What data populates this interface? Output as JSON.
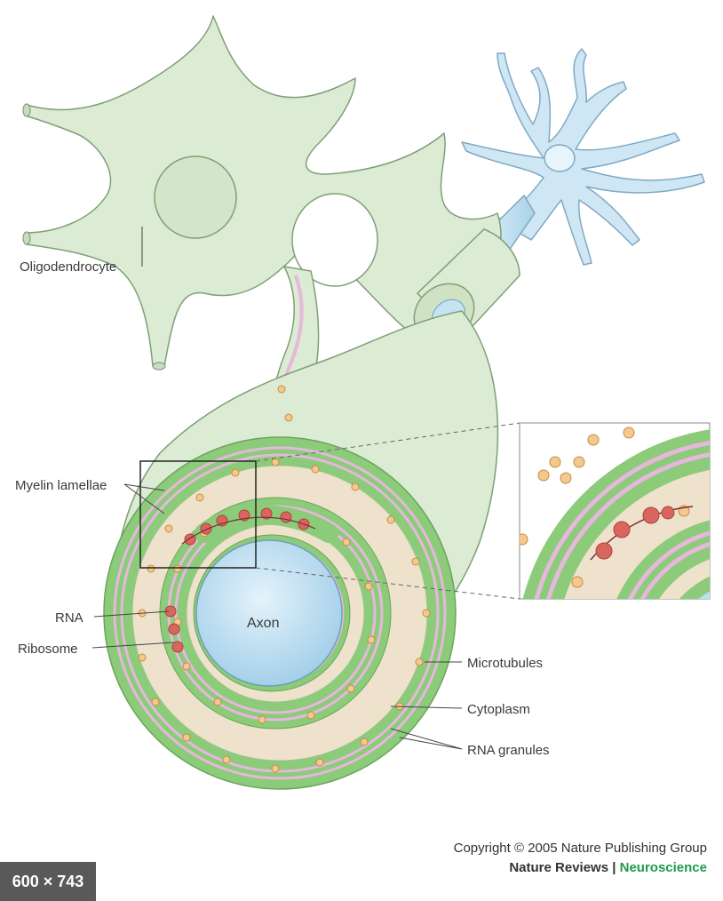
{
  "labels": {
    "oligodendrocyte": "Oligodendrocyte",
    "myelin_lamellae": "Myelin lamellae",
    "rna": "RNA",
    "ribosome": "Ribosome",
    "axon": "Axon",
    "microtubules": "Microtubules",
    "cytoplasm": "Cytoplasm",
    "rna_granules": "RNA granules"
  },
  "credit": {
    "copyright": "Copyright © 2005 Nature Publishing Group",
    "journal": "Nature Reviews",
    "separator": " | ",
    "subject": "Neuroscience"
  },
  "image_size_badge": "600 × 743",
  "colors": {
    "oligodendrocyte_fill": "#dcebd3",
    "myelin_green": "#8ccb7a",
    "cytoplasm_beige": "#efe2cc",
    "axon_blue": "#bfe0f2",
    "neuron_blue": "#cfe7f4",
    "microtubule_pink": "#e6b8dc",
    "granule_orange": "#f3c98e",
    "ribosome_red": "#d9665e",
    "brand_green": "#1f9a4a"
  }
}
